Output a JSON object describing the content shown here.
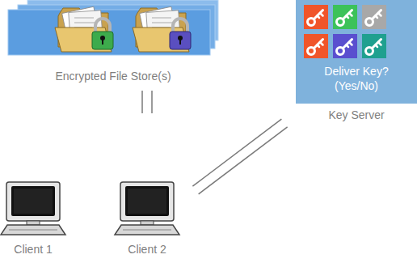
{
  "diagram": {
    "nodes": [
      {
        "text": [
          "Encrypted File Store(s)"
        ]
      },
      {
        "text": [
          "Deliver Key? (Yes/No)",
          "Key Server"
        ]
      },
      {
        "text": [
          "Client 1"
        ]
      },
      {
        "text": [
          "Client 2"
        ]
      }
    ],
    "edges": [
      {
        "from": 3,
        "to": 0,
        "arrow": "none"
      },
      {
        "from": 3,
        "to": 1,
        "arrow": "none"
      }
    ]
  }
}
